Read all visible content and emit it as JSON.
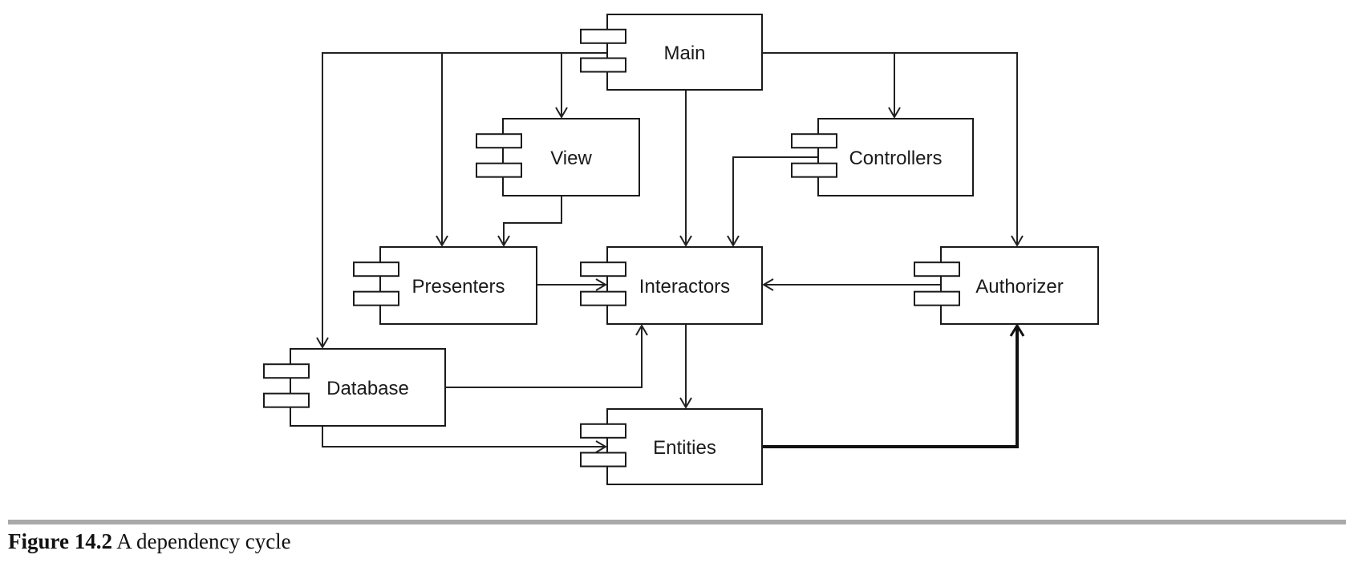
{
  "diagram": {
    "components": [
      {
        "id": "main",
        "label": "Main"
      },
      {
        "id": "view",
        "label": "View"
      },
      {
        "id": "controllers",
        "label": "Controllers"
      },
      {
        "id": "presenters",
        "label": "Presenters"
      },
      {
        "id": "interactors",
        "label": "Interactors"
      },
      {
        "id": "authorizer",
        "label": "Authorizer"
      },
      {
        "id": "database",
        "label": "Database"
      },
      {
        "id": "entities",
        "label": "Entities"
      }
    ],
    "dependencies": [
      {
        "from": "main",
        "to": "view"
      },
      {
        "from": "main",
        "to": "presenters"
      },
      {
        "from": "main",
        "to": "database"
      },
      {
        "from": "main",
        "to": "interactors"
      },
      {
        "from": "main",
        "to": "controllers"
      },
      {
        "from": "main",
        "to": "authorizer"
      },
      {
        "from": "view",
        "to": "presenters"
      },
      {
        "from": "controllers",
        "to": "interactors"
      },
      {
        "from": "presenters",
        "to": "interactors"
      },
      {
        "from": "authorizer",
        "to": "interactors"
      },
      {
        "from": "database",
        "to": "interactors"
      },
      {
        "from": "database",
        "to": "entities"
      },
      {
        "from": "interactors",
        "to": "entities"
      },
      {
        "from": "entities",
        "to": "authorizer",
        "emphasis": "bold"
      }
    ]
  },
  "caption": {
    "label": "Figure 14.2",
    "text": "A dependency cycle"
  }
}
